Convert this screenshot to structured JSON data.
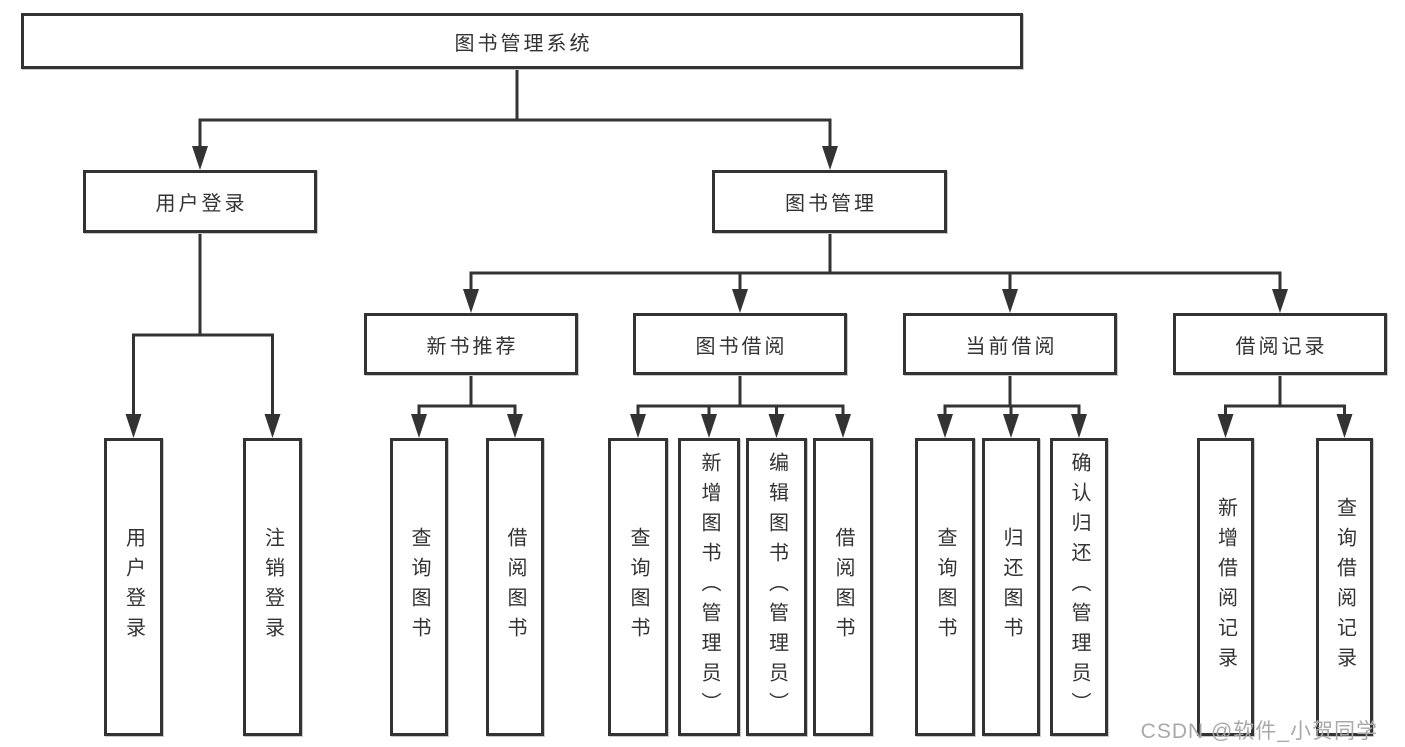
{
  "tree": {
    "label": "图书管理系统",
    "children": [
      {
        "label": "用户登录",
        "children": [
          {
            "label": "用户登录"
          },
          {
            "label": "注销登录"
          }
        ]
      },
      {
        "label": "图书管理",
        "children": [
          {
            "label": "新书推荐",
            "children": [
              {
                "label": "查询图书"
              },
              {
                "label": "借阅图书"
              }
            ]
          },
          {
            "label": "图书借阅",
            "children": [
              {
                "label": "查询图书"
              },
              {
                "label": "新增图书（管理员）"
              },
              {
                "label": "编辑图书（管理员）"
              },
              {
                "label": "借阅图书"
              }
            ]
          },
          {
            "label": "当前借阅",
            "children": [
              {
                "label": "查询图书"
              },
              {
                "label": "归还图书"
              },
              {
                "label": "确认归还（管理员）"
              }
            ]
          },
          {
            "label": "借阅记录",
            "children": [
              {
                "label": "新增借阅记录"
              },
              {
                "label": "查询借阅记录"
              }
            ]
          }
        ]
      }
    ]
  },
  "watermark": "CSDN @软件_小贺同学",
  "colors": {
    "line": "#333333",
    "box_border": "#333333",
    "text": "#333333",
    "watermark_text": "#a9a9a9",
    "background": "#ffffff"
  }
}
